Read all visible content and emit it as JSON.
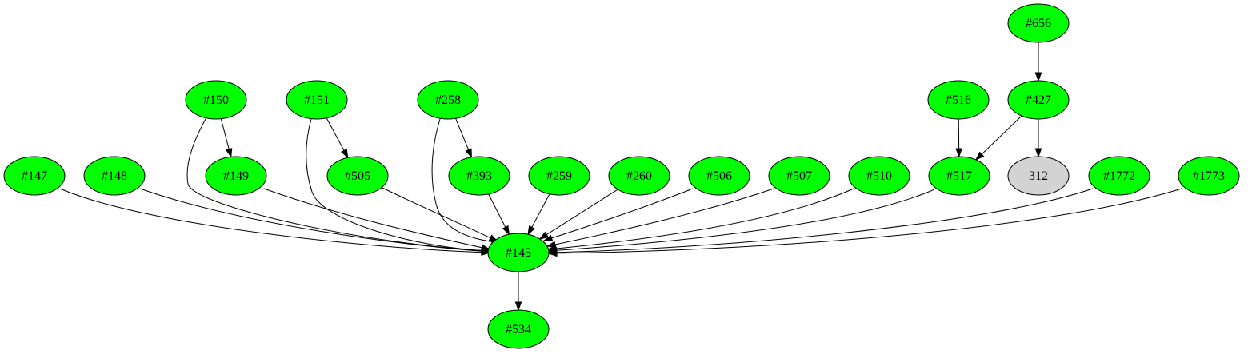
{
  "colors": {
    "green": "#00ff00",
    "gray": "#d3d3d3",
    "stroke": "#000000"
  },
  "nodes": [
    {
      "id": "n656",
      "label": "#656",
      "fill": "green"
    },
    {
      "id": "n150",
      "label": "#150",
      "fill": "green"
    },
    {
      "id": "n151",
      "label": "#151",
      "fill": "green"
    },
    {
      "id": "n258",
      "label": "#258",
      "fill": "green"
    },
    {
      "id": "n516",
      "label": "#516",
      "fill": "green"
    },
    {
      "id": "n427",
      "label": "#427",
      "fill": "green"
    },
    {
      "id": "n147",
      "label": "#147",
      "fill": "green"
    },
    {
      "id": "n148",
      "label": "#148",
      "fill": "green"
    },
    {
      "id": "n149",
      "label": "#149",
      "fill": "green"
    },
    {
      "id": "n505",
      "label": "#505",
      "fill": "green"
    },
    {
      "id": "n393",
      "label": "#393",
      "fill": "green"
    },
    {
      "id": "n259",
      "label": "#259",
      "fill": "green"
    },
    {
      "id": "n260",
      "label": "#260",
      "fill": "green"
    },
    {
      "id": "n506",
      "label": "#506",
      "fill": "green"
    },
    {
      "id": "n507",
      "label": "#507",
      "fill": "green"
    },
    {
      "id": "n510",
      "label": "#510",
      "fill": "green"
    },
    {
      "id": "n517",
      "label": "#517",
      "fill": "green"
    },
    {
      "id": "n312",
      "label": "312",
      "fill": "gray"
    },
    {
      "id": "n1772",
      "label": "#1772",
      "fill": "green"
    },
    {
      "id": "n1773",
      "label": "#1773",
      "fill": "green"
    },
    {
      "id": "n145",
      "label": "#145",
      "fill": "green"
    },
    {
      "id": "n534",
      "label": "#534",
      "fill": "green"
    }
  ],
  "edges": [
    {
      "from": "n656",
      "to": "n427"
    },
    {
      "from": "n427",
      "to": "n517"
    },
    {
      "from": "n427",
      "to": "n312"
    },
    {
      "from": "n516",
      "to": "n517"
    },
    {
      "from": "n150",
      "to": "n149"
    },
    {
      "from": "n150",
      "to": "n145"
    },
    {
      "from": "n151",
      "to": "n505"
    },
    {
      "from": "n151",
      "to": "n145"
    },
    {
      "from": "n258",
      "to": "n393"
    },
    {
      "from": "n258",
      "to": "n145"
    },
    {
      "from": "n147",
      "to": "n145"
    },
    {
      "from": "n148",
      "to": "n145"
    },
    {
      "from": "n149",
      "to": "n145"
    },
    {
      "from": "n505",
      "to": "n145"
    },
    {
      "from": "n393",
      "to": "n145"
    },
    {
      "from": "n259",
      "to": "n145"
    },
    {
      "from": "n260",
      "to": "n145"
    },
    {
      "from": "n506",
      "to": "n145"
    },
    {
      "from": "n507",
      "to": "n145"
    },
    {
      "from": "n510",
      "to": "n145"
    },
    {
      "from": "n517",
      "to": "n145"
    },
    {
      "from": "n1772",
      "to": "n145"
    },
    {
      "from": "n1773",
      "to": "n145"
    },
    {
      "from": "n145",
      "to": "n534"
    }
  ]
}
